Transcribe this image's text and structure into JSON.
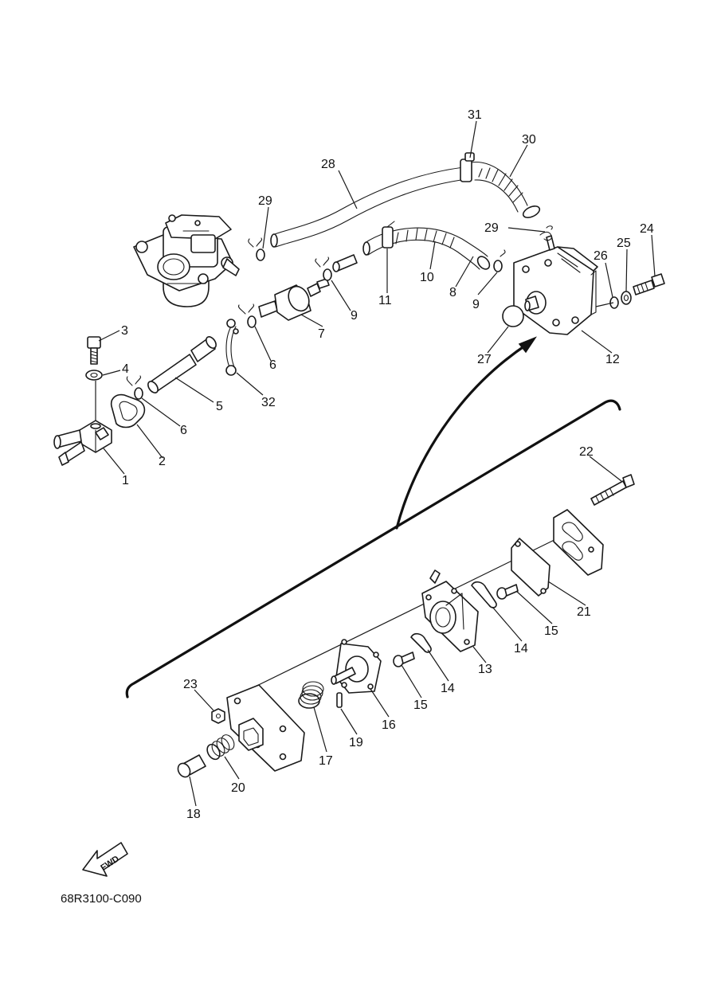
{
  "diagram": {
    "code": "68R3100-C090",
    "fwd_label": "FWD",
    "callouts": [
      {
        "id": "c1",
        "label": "1"
      },
      {
        "id": "c2",
        "label": "2"
      },
      {
        "id": "c3",
        "label": "3"
      },
      {
        "id": "c4",
        "label": "4"
      },
      {
        "id": "c5",
        "label": "5"
      },
      {
        "id": "c6a",
        "label": "6"
      },
      {
        "id": "c6b",
        "label": "6"
      },
      {
        "id": "c7",
        "label": "7"
      },
      {
        "id": "c8",
        "label": "8"
      },
      {
        "id": "c9a",
        "label": "9"
      },
      {
        "id": "c9b",
        "label": "9"
      },
      {
        "id": "c10",
        "label": "10"
      },
      {
        "id": "c11",
        "label": "11"
      },
      {
        "id": "c12",
        "label": "12"
      },
      {
        "id": "c13",
        "label": "13"
      },
      {
        "id": "c14a",
        "label": "14"
      },
      {
        "id": "c14b",
        "label": "14"
      },
      {
        "id": "c15a",
        "label": "15"
      },
      {
        "id": "c15b",
        "label": "15"
      },
      {
        "id": "c16",
        "label": "16"
      },
      {
        "id": "c17",
        "label": "17"
      },
      {
        "id": "c18",
        "label": "18"
      },
      {
        "id": "c19",
        "label": "19"
      },
      {
        "id": "c20",
        "label": "20"
      },
      {
        "id": "c21",
        "label": "21"
      },
      {
        "id": "c22",
        "label": "22"
      },
      {
        "id": "c23",
        "label": "23"
      },
      {
        "id": "c24",
        "label": "24"
      },
      {
        "id": "c25",
        "label": "25"
      },
      {
        "id": "c26",
        "label": "26"
      },
      {
        "id": "c27",
        "label": "27"
      },
      {
        "id": "c28",
        "label": "28"
      },
      {
        "id": "c29a",
        "label": "29"
      },
      {
        "id": "c29b",
        "label": "29"
      },
      {
        "id": "c30",
        "label": "30"
      },
      {
        "id": "c31",
        "label": "31"
      },
      {
        "id": "c32",
        "label": "32"
      }
    ]
  }
}
